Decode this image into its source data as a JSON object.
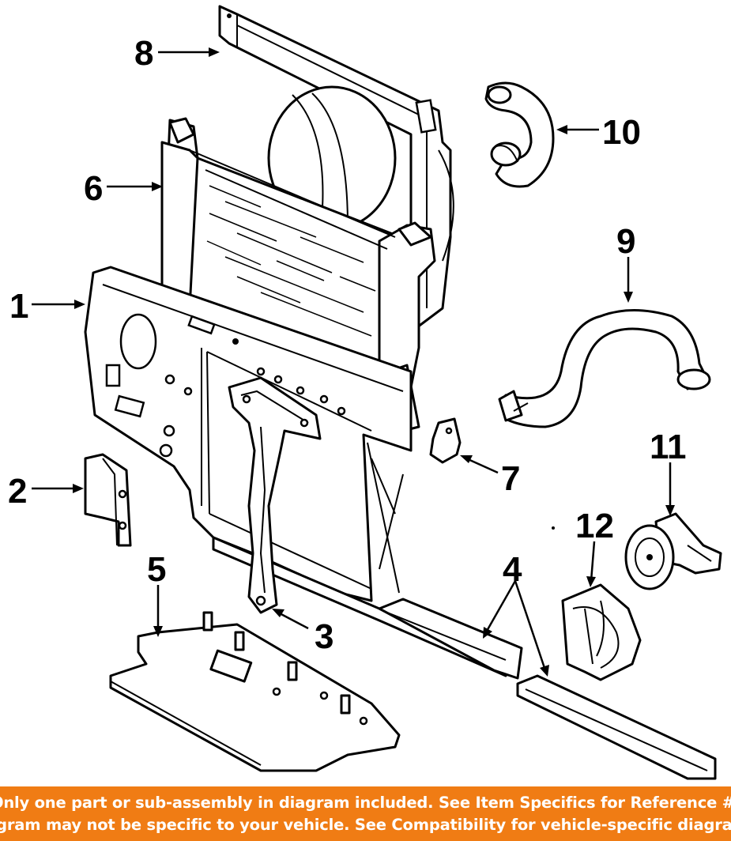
{
  "diagram": {
    "callouts": [
      "1",
      "2",
      "3",
      "4",
      "5",
      "6",
      "7",
      "8",
      "9",
      "10",
      "11",
      "12"
    ]
  },
  "banner": {
    "line1": "Only one part or sub-assembly in diagram included. See Item Specifics for Reference #.",
    "line2": "Diagram may not be specific to your vehicle. See Compatibility for vehicle-specific diagrams.",
    "background_color": "#f07c14",
    "text_color": "#ffffff"
  }
}
